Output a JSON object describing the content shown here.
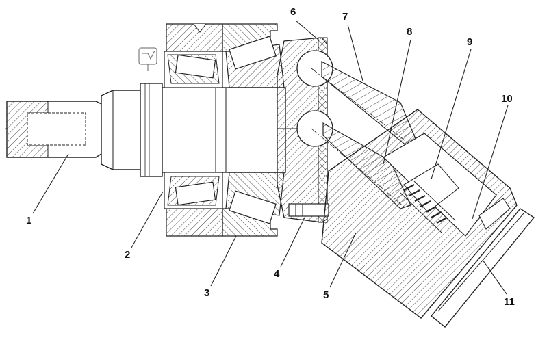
{
  "figure": {
    "labels": [
      {
        "id": "1",
        "text": "1"
      },
      {
        "id": "2",
        "text": "2"
      },
      {
        "id": "3",
        "text": "3"
      },
      {
        "id": "4",
        "text": "4"
      },
      {
        "id": "5",
        "text": "5"
      },
      {
        "id": "6",
        "text": "6"
      },
      {
        "id": "7",
        "text": "7"
      },
      {
        "id": "8",
        "text": "8"
      },
      {
        "id": "9",
        "text": "9"
      },
      {
        "id": "10",
        "text": "10"
      },
      {
        "id": "11",
        "text": "11"
      }
    ]
  },
  "colors": {
    "ink": "#222222",
    "hatch": "#444444",
    "background": "#ffffff"
  }
}
